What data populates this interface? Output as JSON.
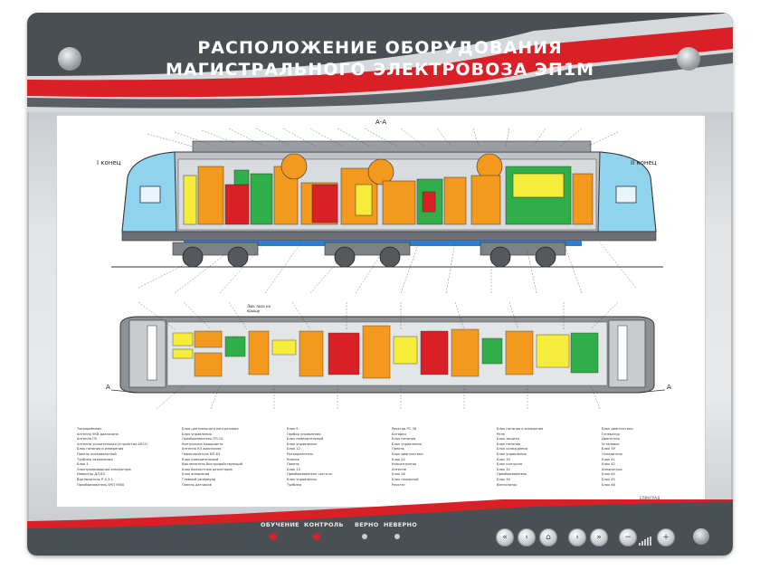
{
  "poster": {
    "title_line1": "РАСПОЛОЖЕНИЕ ОБОРУДОВАНИЯ",
    "title_line2": "МАГИСТРАЛЬНОГО ЭЛЕКТРОВОЗА ЭП1М"
  },
  "diagram": {
    "section_label": "А-А",
    "end_left": "I конец",
    "end_right": "II конец",
    "cut_left": "А",
    "cut_right": "А",
    "hatch_note": "Люк лаза на крышу"
  },
  "legend": {
    "columns": [
      [
        "Токоприёмник",
        "Антенна УКВ диапазона",
        "Антенна ГВ",
        "Антенна усилительная устройства АЛСН",
        "Блок питания и измерения",
        "Панель низковольтной",
        "Тумблер заземления",
        "Блок 1",
        "Электроприводная аппаратура",
        "Инвертор ДЛ-63",
        "Выключатель Р-4-3-1",
        "Преобразователь ВЧП 5600"
      ],
      [
        "Блок центрального контроллера",
        "Блок управления",
        "Преобразователь ПЭ-10",
        "Контроллер машиниста",
        "Антенна КЗ диапазона",
        "Переключатель ВП-63",
        "Блок измерительный",
        "Выключатель быстродействующий",
        "Блок балластных резисторов",
        "Блок аппаратов",
        "Главный резервуар",
        "Панель датчиков"
      ],
      [
        "Блок 9",
        "Пробор управления",
        "Блок измерительный",
        "Блок управления",
        "Блок 12",
        "Разъединитель",
        "Кнопка",
        "Панель",
        "Блок 13",
        "Преобразователь частоты",
        "Блок управления",
        "Тумблер"
      ],
      [
        "Реактор РС-38",
        "Батарея",
        "Блок питания",
        "Блок управления",
        "Панель",
        "Блок диагностики",
        "Блок 22",
        "Концентратор",
        "Антенна",
        "Блок 26",
        "Блок пожарной",
        "Реостат"
      ],
      [
        "Блок питания и измерения",
        "Реле",
        "Блок защиты",
        "Блок питания",
        "Блок охлаждения",
        "Блок управления",
        "Блок 30",
        "Блок контроля",
        "Блок 32",
        "Преобразователь",
        "Блок 34",
        "Вентилятор"
      ],
      [
        "Блок диагностики",
        "Генератор",
        "Двигатель",
        "Установка",
        "Блок 39",
        "Охладитель",
        "Блок 41",
        "Блок 42",
        "Аппаратура",
        "Блок 44",
        "Блок 45",
        "Блок 46"
      ]
    ],
    "publisher": "ЕЛИНГРАД"
  },
  "controls": {
    "mode1": "ОБУЧЕНИЕ",
    "mode2": "КОНТРОЛЬ",
    "mode3": "ВЕРНО",
    "mode4": "НЕВЕРНО",
    "b_prev2": "«",
    "b_prev": "‹",
    "b_home": "⌂",
    "b_next": "›",
    "b_next2": "»",
    "b_minus": "−",
    "b_plus": "+"
  },
  "colors": {
    "red": "#d92027",
    "dark": "#3e4347",
    "cab": "#8fd3ee",
    "orange": "#f39a1e",
    "green": "#2fae49",
    "yellow": "#f5ec3b"
  }
}
